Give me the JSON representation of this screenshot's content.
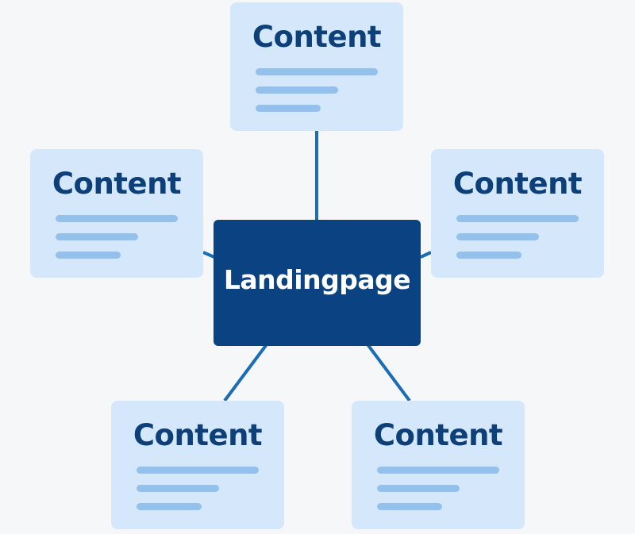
{
  "hub": {
    "label": "Landingpage"
  },
  "content_nodes": [
    {
      "title": "Content"
    },
    {
      "title": "Content"
    },
    {
      "title": "Content"
    },
    {
      "title": "Content"
    },
    {
      "title": "Content"
    }
  ],
  "colors": {
    "background": "#f6f7f9",
    "hub_fill": "#0b4281",
    "hub_text": "#ffffff",
    "card_fill": "#d5e8fb",
    "card_title": "#0d3f78",
    "text_line": "#94c0ec",
    "connector": "#1b6db5"
  }
}
